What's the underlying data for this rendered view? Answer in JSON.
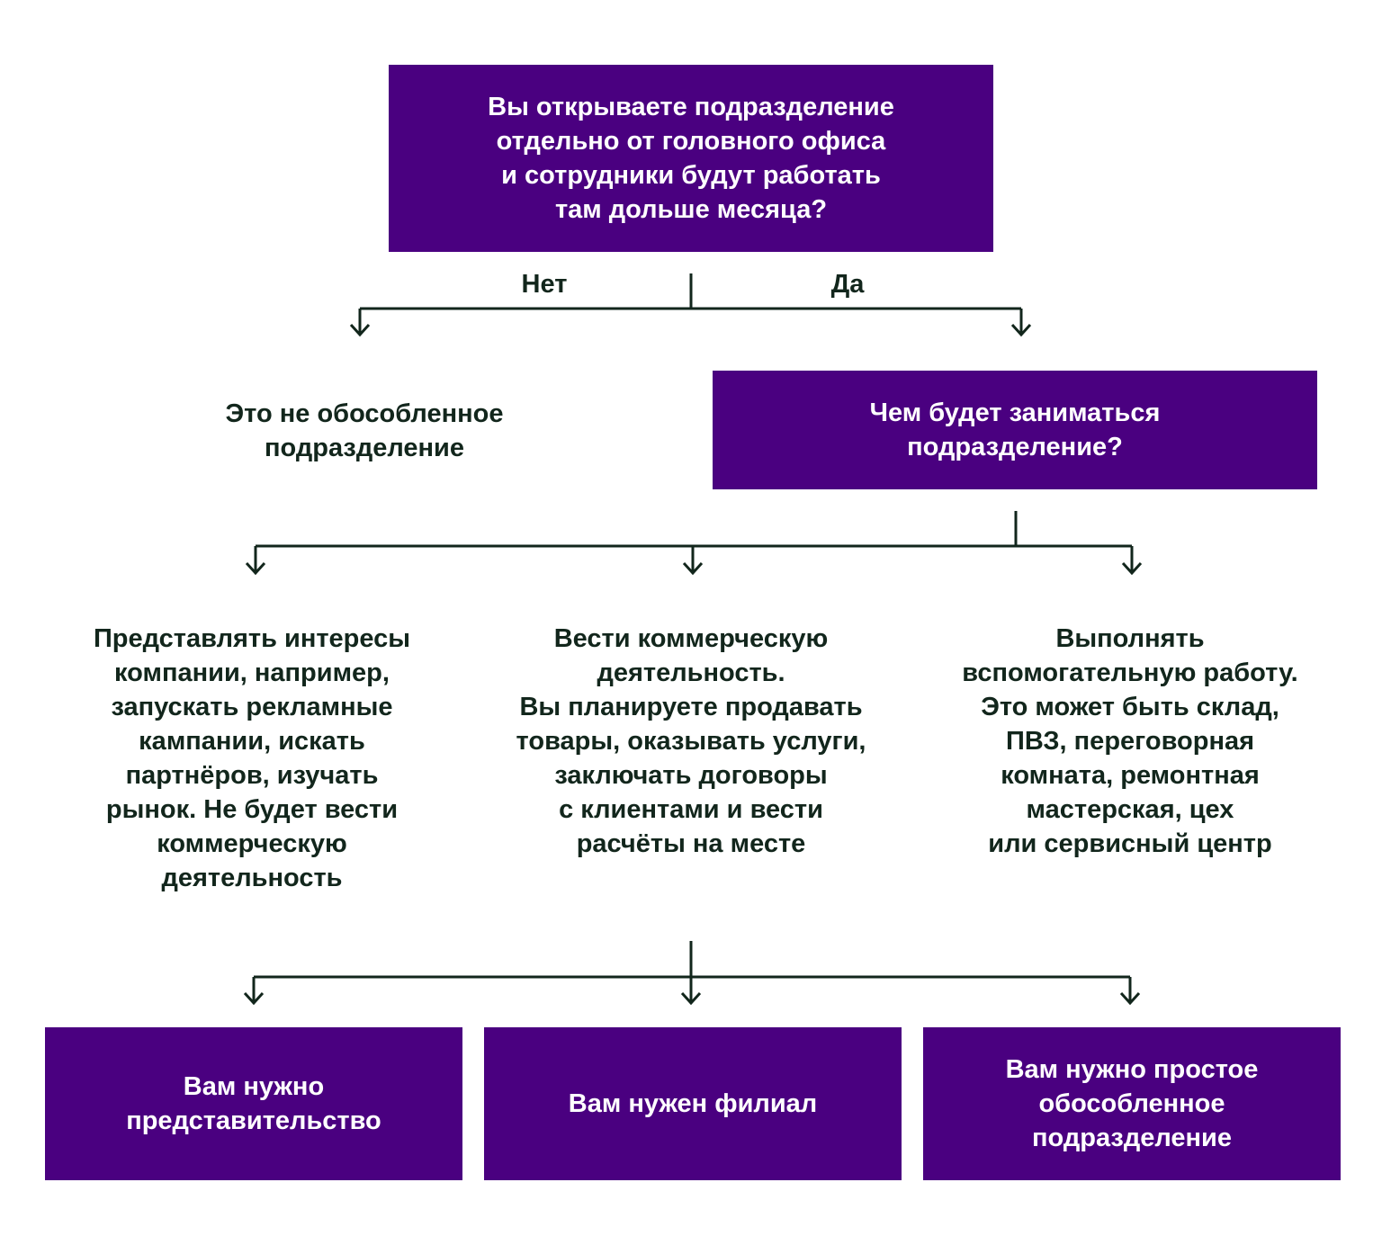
{
  "colors": {
    "box": "#4a0080",
    "box_text": "#ffffff",
    "line": "#12261c",
    "text": "#12261c"
  },
  "question1": "Вы открываете подразделение\nотдельно от головного офиса\nи сотрудники будут работать\nтам дольше месяца?",
  "answer_no": "Нет",
  "answer_yes": "Да",
  "no_result": "Это не обособленное\nподразделение",
  "question2": "Чем будет заниматься\nподразделение?",
  "option_representation": "Представлять интересы\nкомпании, например,\nзапускать рекламные\nкампании, искать\nпартнёров, изучать\nрынок. Не будет вести\nкоммерческую\nдеятельность",
  "option_commercial": "Вести коммерческую\nдеятельность.\nВы планируете продавать\nтовары, оказывать услуги,\nзаключать договоры\nс клиентами и вести\nрасчёты на месте",
  "option_auxiliary": "Выполнять\nвспомогательную работу.\nЭто может быть склад,\nПВЗ, переговорная\nкомната, ремонтная\nмастерская, цех\nили сервисный центр",
  "result_representation": "Вам нужно\nпредставительство",
  "result_branch": "Вам нужен филиал",
  "result_simple": "Вам нужно простое\nобособленное\nподразделение"
}
